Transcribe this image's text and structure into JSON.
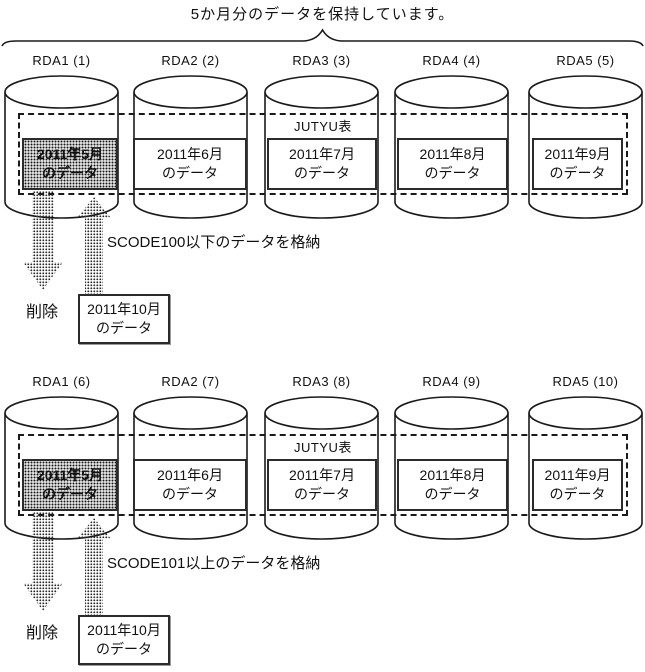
{
  "page": {
    "title": "5か月分のデータを保持しています。"
  },
  "colors": {
    "line": "#1a1a1a",
    "halftone_dot": "#2b2b2b"
  },
  "diagrams": [
    {
      "cylinders": [
        "RDA1 (1)",
        "RDA2 (2)",
        "RDA3 (3)",
        "RDA4 (4)",
        "RDA5 (5)"
      ],
      "table_label": "JUTYU表",
      "partitions": [
        {
          "line1": "2011年5月",
          "line2": "のデータ"
        },
        {
          "line1": "2011年6月",
          "line2": "のデータ"
        },
        {
          "line1": "2011年7月",
          "line2": "のデータ"
        },
        {
          "line1": "2011年8月",
          "line2": "のデータ"
        },
        {
          "line1": "2011年9月",
          "line2": "のデータ"
        }
      ],
      "store_note": "SCODE100以下のデータを格納",
      "delete_label": "削除",
      "incoming": {
        "line1": "2011年10月",
        "line2": "のデータ"
      }
    },
    {
      "cylinders": [
        "RDA1 (6)",
        "RDA2 (7)",
        "RDA3 (8)",
        "RDA4 (9)",
        "RDA5 (10)"
      ],
      "table_label": "JUTYU表",
      "partitions": [
        {
          "line1": "2011年5月",
          "line2": "のデータ"
        },
        {
          "line1": "2011年6月",
          "line2": "のデータ"
        },
        {
          "line1": "2011年7月",
          "line2": "のデータ"
        },
        {
          "line1": "2011年8月",
          "line2": "のデータ"
        },
        {
          "line1": "2011年9月",
          "line2": "のデータ"
        }
      ],
      "store_note": "SCODE101以上のデータを格納",
      "delete_label": "削除",
      "incoming": {
        "line1": "2011年10月",
        "line2": "のデータ"
      }
    }
  ]
}
